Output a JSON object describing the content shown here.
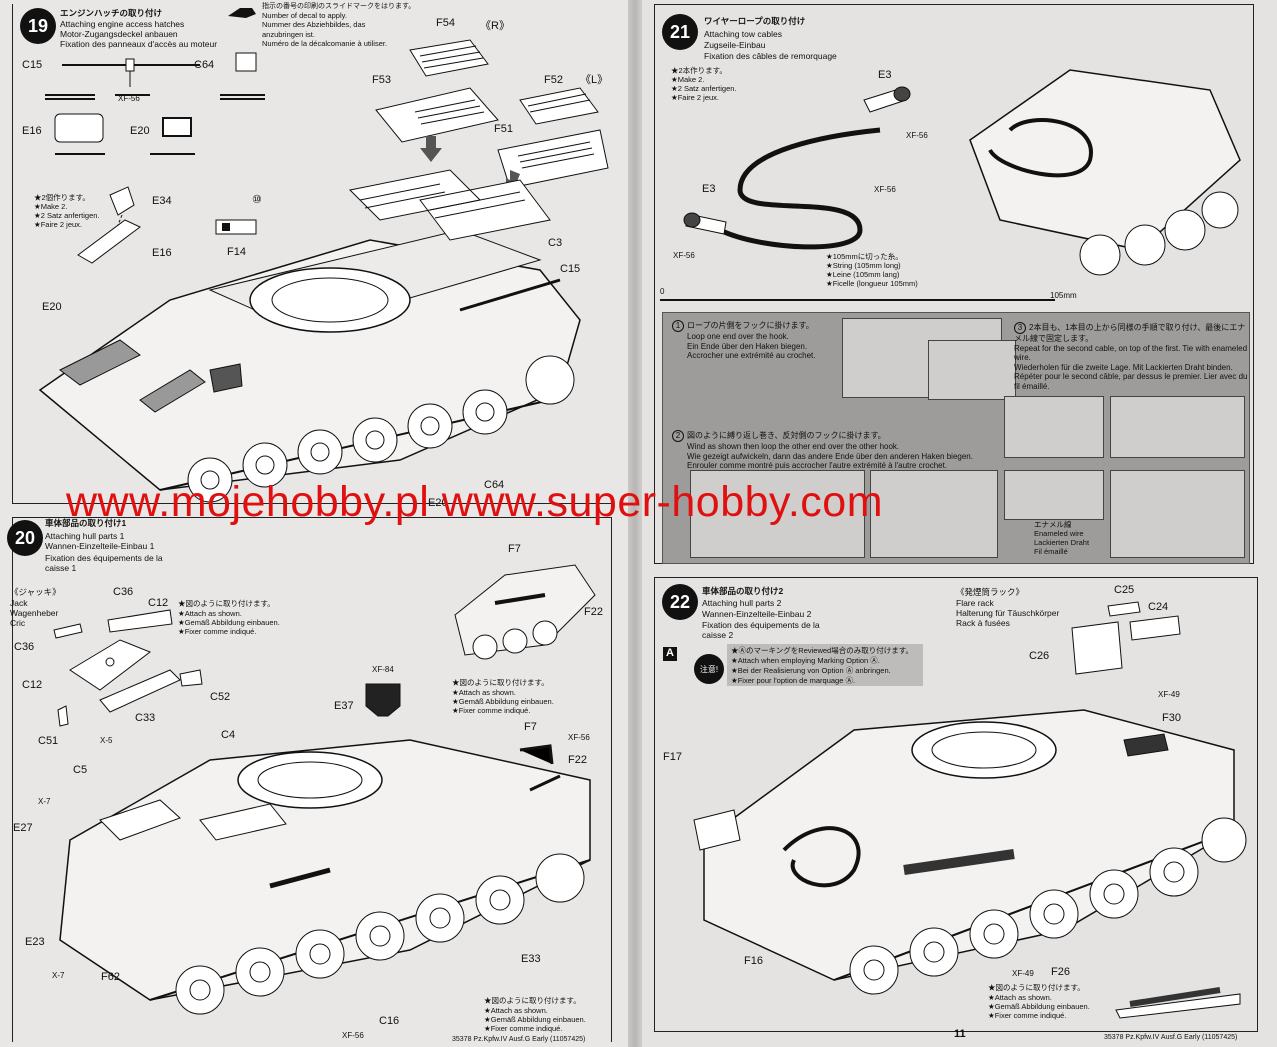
{
  "watermark": "www.mojehobby.pl www.super-hobby.com",
  "footer": {
    "page_number": "11",
    "kit_left": "35378 Pz.Kpfw.IV Ausf.G Early (11057425)",
    "kit_right": "35378 Pz.Kpfw.IV Ausf.G Early (11057425)"
  },
  "step19": {
    "number": "19",
    "title_jp": "エンジンハッチの取り付け",
    "title_en": "Attaching engine access hatches",
    "title_de": "Motor-Zugangsdeckel anbauen",
    "title_fr": "Fixation des panneaux d'accès au moteur",
    "decal_jp": "指示の番号の印刷のスライドマークをはります。",
    "decal_en": "Number of decal to apply.",
    "decal_de": "Nummer des Abziehbildes, das anzubringen ist.",
    "decal_fr": "Numéro de la décalcomanie à utiliser.",
    "make2_jp": "★2個作ります。",
    "make2_en": "★Make 2.",
    "make2_de": "★2 Satz anfertigen.",
    "make2_fr": "★Faire 2 jeux.",
    "side_r": "《R》",
    "side_l": "《L》",
    "paint": "XF-56",
    "decal_num": "⑩",
    "parts": [
      "C15",
      "C64",
      "E16",
      "E20",
      "E34",
      "E16",
      "F14",
      "F54",
      "F53",
      "F52",
      "F51",
      "C3",
      "C15",
      "E20",
      "C64",
      "E20"
    ]
  },
  "step20": {
    "number": "20",
    "title_jp": "車体部品の取り付け1",
    "title_en": "Attaching hull parts 1",
    "title_de": "Wannen-Einzelteile-Einbau 1",
    "title_fr": "Fixation des équipements de la caisse 1",
    "jack_jp": "《ジャッキ》",
    "jack_en": "Jack",
    "jack_de": "Wagenheber",
    "jack_fr": "Cric",
    "attach_jp": "★図のように取り付けます。",
    "attach_en": "★Attach as shown.",
    "attach_de": "★Gemäß Abbildung einbauen.",
    "attach_fr": "★Fixer comme indiqué.",
    "paints": [
      "XF-84",
      "XF-56",
      "X-5",
      "X-7",
      "X-7",
      "XF-56"
    ],
    "parts": [
      "C36",
      "C12",
      "C36",
      "C12",
      "C52",
      "C33",
      "C51",
      "C4",
      "C5",
      "E27",
      "E37",
      "F7",
      "F22",
      "F7",
      "F22",
      "E23",
      "F62",
      "C16",
      "E33"
    ]
  },
  "step21": {
    "number": "21",
    "title_jp": "ワイヤーロープの取り付け",
    "title_en": "Attaching tow cables",
    "title_de": "Zugseile-Einbau",
    "title_fr": "Fixation des câbles de remorquage",
    "make2_jp": "★2本作ります。",
    "make2_en": "★Make 2.",
    "make2_de": "★2 Satz anfertigen.",
    "make2_fr": "★Faire 2 jeux.",
    "string_jp": "★105mmに切った糸。",
    "string_en": "★String (105mm long)",
    "string_de": "★Leine (105mm lang)",
    "string_fr": "★Ficelle (longueur 105mm)",
    "scale_zero": "0",
    "scale_len": "105mm",
    "paint": "XF-56",
    "parts": [
      "E3",
      "E3"
    ],
    "sub1_num": "1",
    "sub1_jp": "ロープの片側をフックに掛けます。",
    "sub1_en": "Loop one end over the hook.",
    "sub1_de": "Ein Ende über den Haken biegen.",
    "sub1_fr": "Accrocher une extrémité au crochet.",
    "sub2_num": "2",
    "sub2_jp": "図のように縛り返し巻き、反対側のフックに掛けます。",
    "sub2_en": "Wind as shown then loop the other end over the other hook.",
    "sub2_de": "Wie gezeigt aufwickeln, dann das andere Ende über den anderen Haken biegen.",
    "sub2_fr": "Enrouler comme montré puis accrocher l'autre extrémité à l'autre crochet.",
    "sub3_num": "3",
    "sub3_jp": "2本目も、1本目の上から同様の手順で取り付け、最後にエナメル線で固定します。",
    "sub3_en": "Repeat for the second cable, on top of the first. Tie with enameled wire.",
    "sub3_de": "Wiederholen für die zweite Lage. Mit Lackierten Draht binden.",
    "sub3_fr": "Répéter pour le second câble, par dessus le premier. Lier avec du fil émaillé.",
    "wire_jp": "エナメル線",
    "wire_en": "Enameled wire",
    "wire_de": "Lackierten Draht",
    "wire_fr": "Fil émaillé"
  },
  "step22": {
    "number": "22",
    "title_jp": "車体部品の取り付け2",
    "title_en": "Attaching hull parts 2",
    "title_de": "Wannen-Einzelteile-Einbau 2",
    "title_fr": "Fixation des équipements de la caisse 2",
    "flare_jp": "《発煙筒ラック》",
    "flare_en": "Flare rack",
    "flare_de": "Halterung für Täuschkörper",
    "flare_fr": "Rack à fusées",
    "option_box": "A",
    "caution": "注意!",
    "option_jp": "★ⒶのマーキングをReviewed場合のみ取り付けます。",
    "option_en": "★Attach when employing Marking Option Ⓐ.",
    "option_de": "★Bei der Realisierung von Option Ⓐ anbringen.",
    "option_fr": "★Fixer pour l'option de marquage Ⓐ.",
    "attach_jp": "★図のように取り付けます。",
    "attach_en": "★Attach as shown.",
    "attach_de": "★Gemäß Abbildung einbauen.",
    "attach_fr": "★Fixer comme indiqué.",
    "paints": [
      "XF-49",
      "XF-49"
    ],
    "parts": [
      "C25",
      "C24",
      "C26",
      "F30",
      "F17",
      "F16",
      "F26"
    ]
  }
}
